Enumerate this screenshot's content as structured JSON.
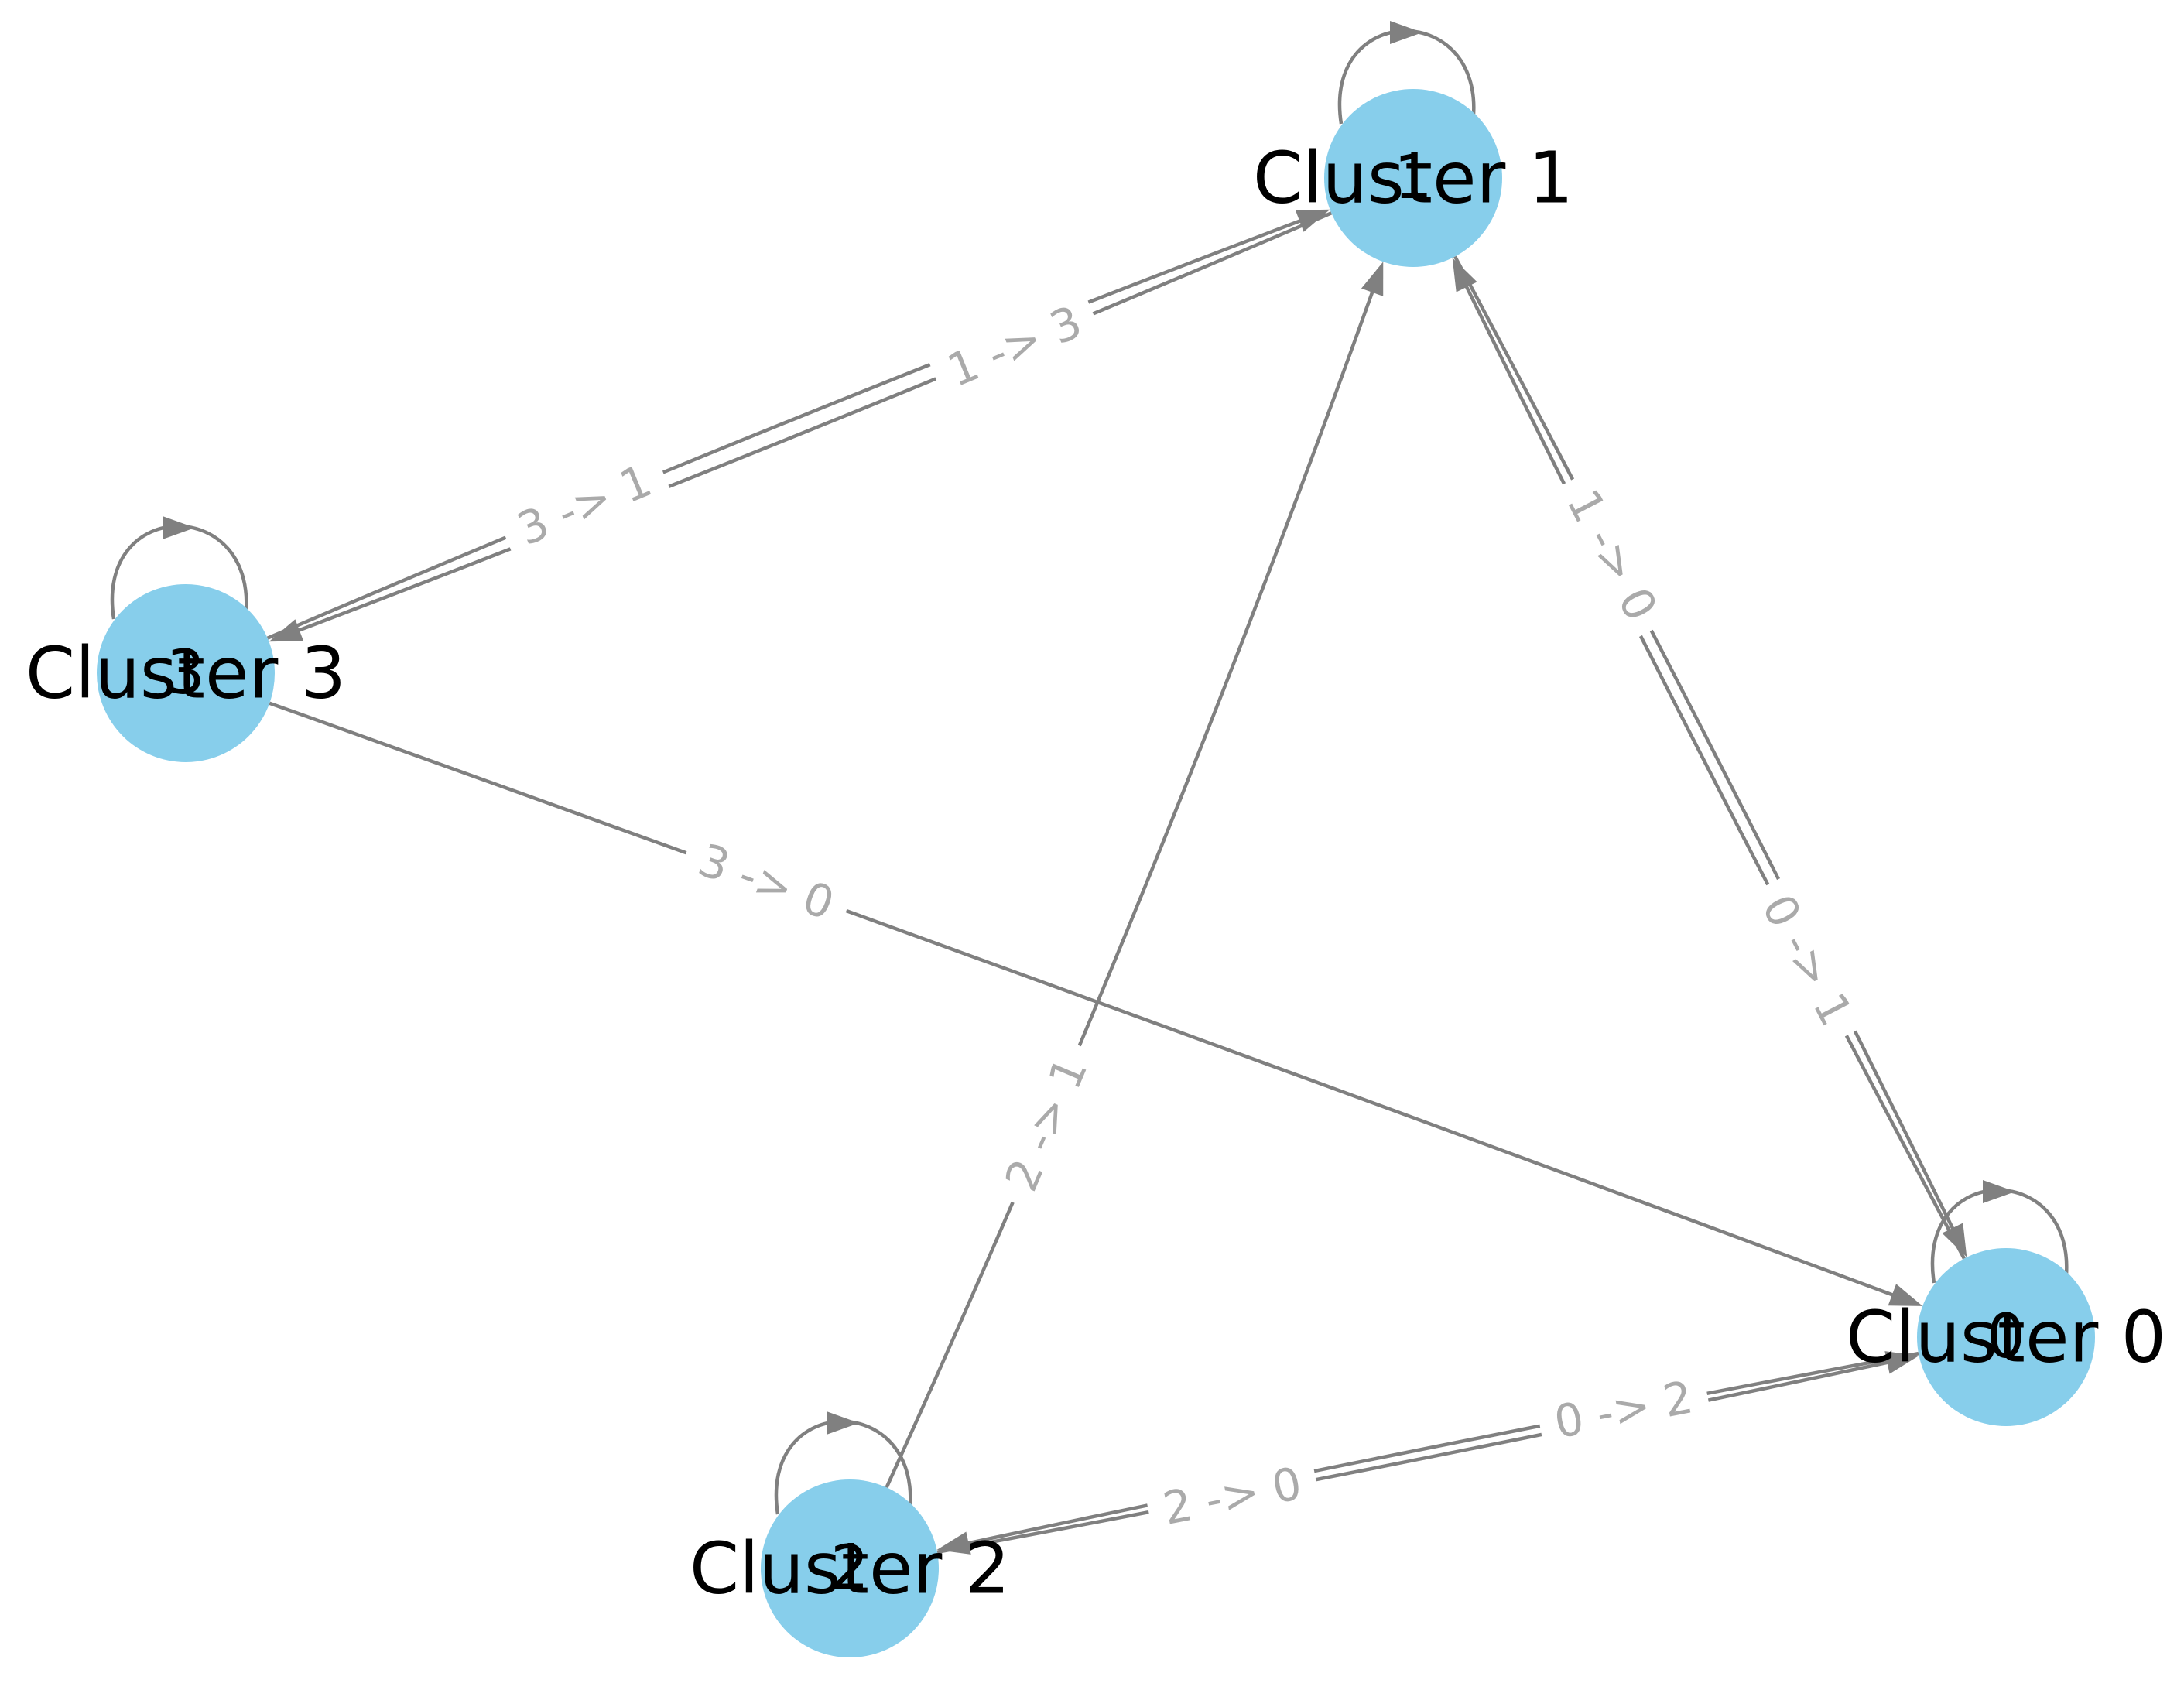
{
  "diagram": {
    "type": "directed-graph",
    "colors": {
      "node_fill": "#87ceeb",
      "edge": "#808080",
      "edge_label": "#aaaaaa",
      "node_label": "#000000"
    },
    "nodes": [
      {
        "id": "c0",
        "label": "Cluster 0",
        "glyph": "0"
      },
      {
        "id": "c1",
        "label": "Cluster 1",
        "glyph": "1"
      },
      {
        "id": "c2",
        "label": "Cluster 2",
        "glyph": "2"
      },
      {
        "id": "c3",
        "label": "Cluster 3",
        "glyph": "3"
      }
    ],
    "edges": [
      {
        "from": "c3",
        "to": "c1",
        "label": "3 -> 1"
      },
      {
        "from": "c1",
        "to": "c3",
        "label": "1 -> 3"
      },
      {
        "from": "c2",
        "to": "c1",
        "label": "2 -> 1"
      },
      {
        "from": "c0",
        "to": "c1",
        "label": "0 -> 1"
      },
      {
        "from": "c1",
        "to": "c0",
        "label": "1 -> 0"
      },
      {
        "from": "c3",
        "to": "c0",
        "label": "3 -> 0"
      },
      {
        "from": "c2",
        "to": "c0",
        "label": "2 -> 0"
      },
      {
        "from": "c0",
        "to": "c2",
        "label": "0 -> 2"
      }
    ],
    "self_loops": [
      "c0",
      "c1",
      "c2",
      "c3"
    ]
  }
}
